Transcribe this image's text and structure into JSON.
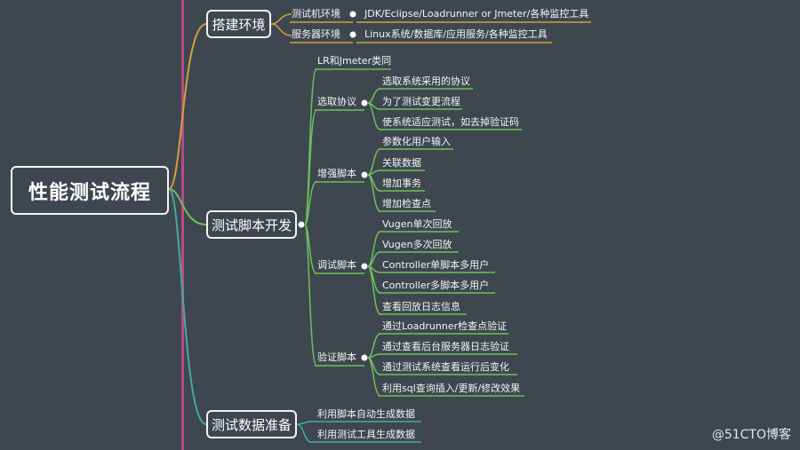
{
  "root": {
    "label": "性能测试流程"
  },
  "branch1": {
    "label": "搭建环境",
    "children": [
      {
        "label": "测试机环境",
        "leaf": "JDK/Eclipse/Loadrunner or Jmeter/各种监控工具"
      },
      {
        "label": "服务器环境",
        "leaf": "Linux系统/数据库/应用服务/各种监控工具"
      }
    ]
  },
  "branch2": {
    "label": "测试脚本开发",
    "top_leaf": "LR和Jmeter类同",
    "groups": [
      {
        "label": "选取协议",
        "items": [
          "选取系统采用的协议",
          "为了测试变更流程",
          "使系统适应测试，如去掉验证码"
        ]
      },
      {
        "label": "增强脚本",
        "items": [
          "参数化用户输入",
          "关联数据",
          "增加事务",
          "增加检查点"
        ]
      },
      {
        "label": "调试脚本",
        "items": [
          "Vugen单次回放",
          "Vugen多次回放",
          "Controller单脚本多用户",
          "Controller多脚本多用户",
          "查看回放日志信息"
        ]
      },
      {
        "label": "验证脚本",
        "items": [
          "通过Loadrunner检查点验证",
          "通过查看后台服务器日志验证",
          "通过测试系统查看运行后变化",
          "利用sql查询插入/更新/修改效果"
        ]
      }
    ]
  },
  "branch3": {
    "label": "测试数据准备",
    "items": [
      "利用脚本自动生成数据",
      "利用测试工具生成数据"
    ]
  },
  "watermark": "@51CTO博客",
  "colors": {
    "background": "#3e474f",
    "branch1": "#d4a03a",
    "branch2": "#6fbf5c",
    "branch3": "#4aa8a0",
    "accent_line": "#b84a8a",
    "node_border": "#f3f3f3"
  }
}
